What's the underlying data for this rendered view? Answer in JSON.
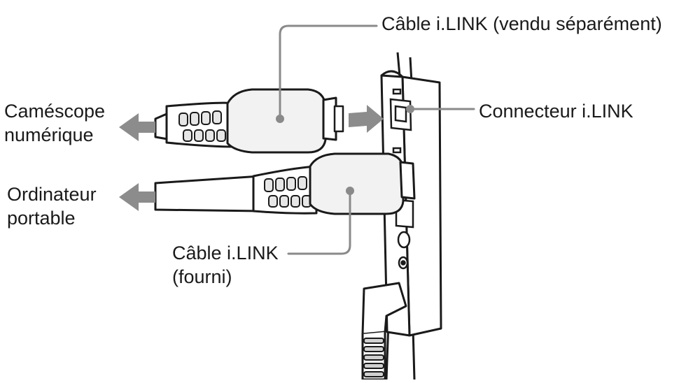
{
  "labels": {
    "cable_sold_separately": "Câble i.LINK (vendu séparément)",
    "connector": "Connecteur i.LINK",
    "camcorder_line1": "Caméscope",
    "camcorder_line2": "numérique",
    "laptop_line1": "Ordinateur",
    "laptop_line2": "portable",
    "cable_supplied_line1": "Câble i.LINK",
    "cable_supplied_line2": "(fourni)"
  },
  "colors": {
    "line": "#1a1a1a",
    "callout": "#8a8a8a",
    "arrow": "#8c8c8c",
    "plug_fill": "#f2f2f2",
    "cable_fill": "#ffffff",
    "device_fill": "#ffffff",
    "grip_fill": "#d0d0d0",
    "dot_fill": "#8a8a8a"
  }
}
